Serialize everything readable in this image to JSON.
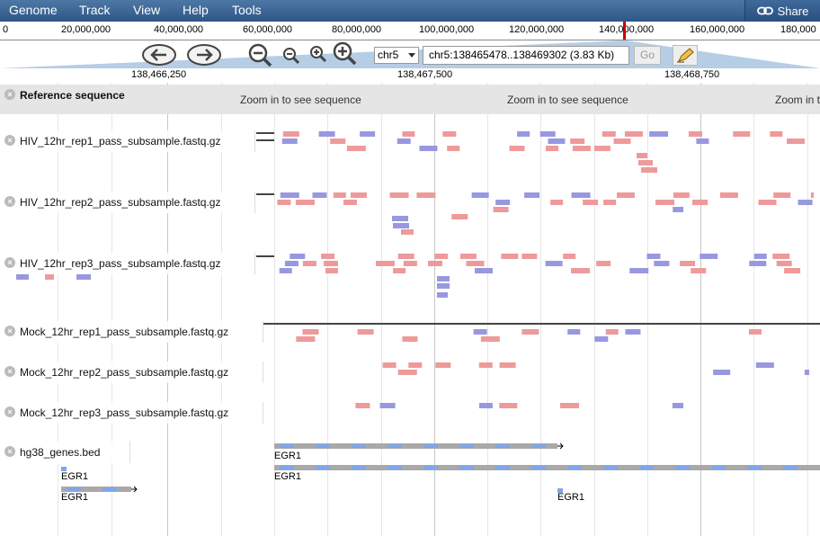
{
  "menu": {
    "items": [
      "Genome",
      "Track",
      "View",
      "Help",
      "Tools"
    ],
    "share_label": "Share"
  },
  "overview": {
    "labels": [
      "0",
      "20,000,000",
      "40,000,000",
      "60,000,000",
      "80,000,000",
      "100,000,000",
      "120,000,000",
      "140,000,000",
      "160,000,000",
      "180,000"
    ]
  },
  "navigation": {
    "chromosome": "chr5",
    "location": "chr5:138465478..138469302 (3.83 Kb)",
    "go_label": "Go"
  },
  "ruler": {
    "labels": [
      "138,466,250",
      "138,467,500",
      "138,468,750"
    ]
  },
  "reference": {
    "label": "Reference sequence",
    "message": "Zoom in to see sequence",
    "message_partial": "Zoom in t"
  },
  "tracks": [
    {
      "label": "HIV_12hr_rep1_pass_subsample.fastq.gz"
    },
    {
      "label": "HIV_12hr_rep2_pass_subsample.fastq.gz"
    },
    {
      "label": "HIV_12hr_rep3_pass_subsample.fastq.gz"
    },
    {
      "label": "Mock_12hr_rep1_pass_subsample.fastq.gz"
    },
    {
      "label": "Mock_12hr_rep2_pass_subsample.fastq.gz"
    },
    {
      "label": "Mock_12hr_rep3_pass_subsample.fastq.gz"
    },
    {
      "label": "hg38_genes.bed"
    }
  ],
  "genes": [
    "EGR1",
    "EGR1",
    "EGR1",
    "EGR1",
    "EGR1"
  ],
  "colors": {
    "forward_read": "#ee9a9a",
    "reverse_read": "#9898e0",
    "menubar": "#3d6694",
    "gene": "#a9a9a9",
    "gene_utr": "#7fa6e8"
  },
  "icons": [
    "share-link-icon",
    "pan-left-icon",
    "pan-right-icon",
    "zoom-out-large-icon",
    "zoom-out-small-icon",
    "zoom-in-small-icon",
    "zoom-in-large-icon",
    "highlight-pencil-icon",
    "close-icon"
  ]
}
